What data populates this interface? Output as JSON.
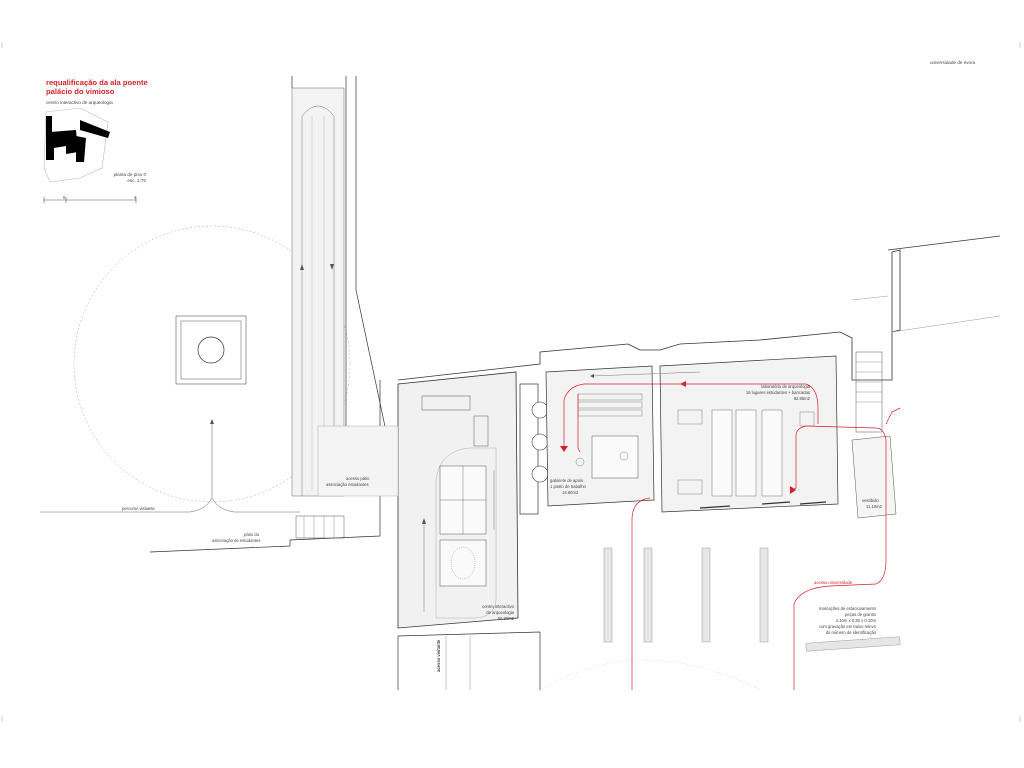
{
  "header": {
    "university": "universidade de évora",
    "title_line1": "requalificação da ala poente",
    "title_line2": "palácio do vimioso",
    "subtitle": "centro interactivo de arqueologia"
  },
  "plan_info": {
    "line1": "planta de piso 0",
    "line2": "esc. 1:75",
    "scale_start": "0",
    "scale_end": "4"
  },
  "labels": {
    "patio_line1": "pátio da",
    "patio_line2": "associação de estudantes",
    "percurso": "percurso visitante",
    "acesso_patio_1": "acesso pátio",
    "acesso_patio_2": "associação estudantes",
    "acesso_visitante": "acesso visitante",
    "centro_1": "centro interactivo",
    "centro_2": "de arqueologia",
    "centro_3": "50.30m2",
    "gabinete_1": "gabinete de apoio",
    "gabinete_2": "1 posto de trabalho",
    "gabinete_3": "14.60m2",
    "lab_1": "laboratório de arqueologia",
    "lab_2": "16 lugares estudantes + bancadas",
    "lab_3": "62.95m2",
    "vestibulo_1": "vestíbulo",
    "vestibulo_2": "11.10m2",
    "acesso_univ": "acesso universidade",
    "marc_1": "marcações de estacionamento",
    "marc_2": "peças de granito",
    "marc_3": "4.10m x 0.30 x 0.10m",
    "marc_4": "com gravação em baixo relevo",
    "marc_5": "do número de identificação"
  },
  "colors": {
    "accent_red": "#d8202a",
    "line_dark": "#333333",
    "line_light": "#999999",
    "fill_gray": "#efefef"
  }
}
